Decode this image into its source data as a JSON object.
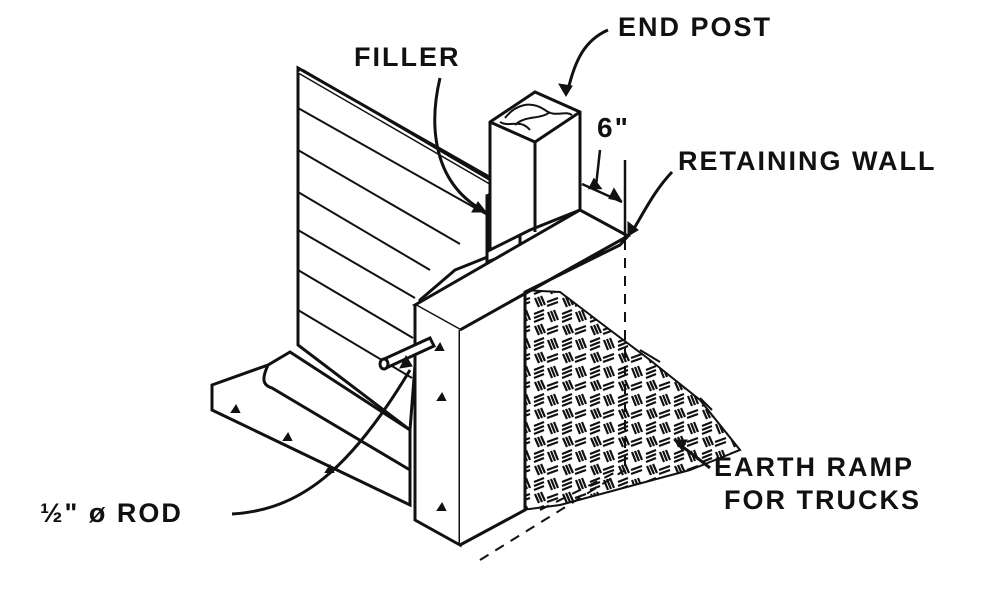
{
  "labels": {
    "end_post": "END POST",
    "filler": "FILLER",
    "dimension": "6\"",
    "retaining_wall": "RETAINING WALL",
    "earth_ramp_line1": "EARTH RAMP",
    "earth_ramp_line2": "FOR TRUCKS",
    "rod": "½\" ø ROD"
  },
  "colors": {
    "ink": "#111111",
    "paper": "#ffffff"
  }
}
